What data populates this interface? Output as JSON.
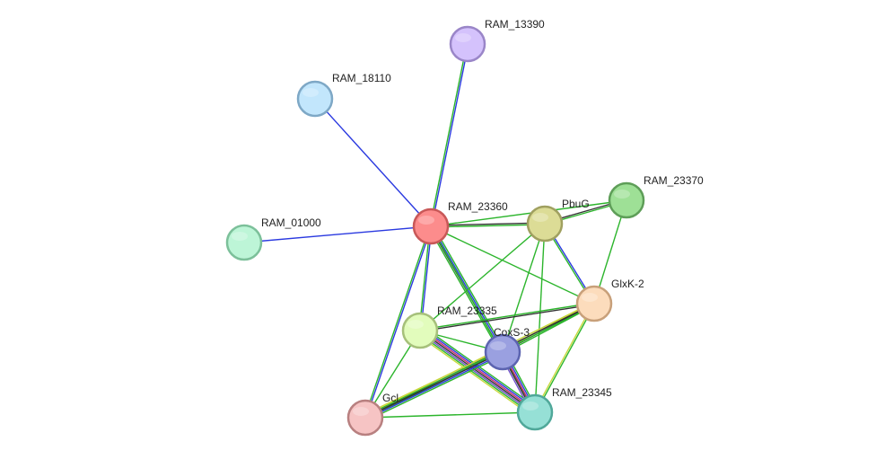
{
  "network": {
    "nodes": [
      {
        "id": "RAM_13390",
        "label": "RAM_13390",
        "fill": "#d4c2fc",
        "stroke": "#9a86c8"
      },
      {
        "id": "RAM_18110",
        "label": "RAM_18110",
        "fill": "#c2e6fc",
        "stroke": "#7ea8c6"
      },
      {
        "id": "RAM_23370",
        "label": "RAM_23370",
        "fill": "#9ee096",
        "stroke": "#5e9e58"
      },
      {
        "id": "RAM_23360",
        "label": "RAM_23360",
        "fill": "#fc8c8c",
        "stroke": "#c85858"
      },
      {
        "id": "PbuG",
        "label": "PbuG",
        "fill": "#dcdc96",
        "stroke": "#a0a060"
      },
      {
        "id": "RAM_01000",
        "label": "RAM_01000",
        "fill": "#bdf5d7",
        "stroke": "#7cc09a"
      },
      {
        "id": "GlxK-2",
        "label": "GlxK-2",
        "fill": "#fcdcbc",
        "stroke": "#c8a07a"
      },
      {
        "id": "RAM_23335",
        "label": "RAM_23335",
        "fill": "#e2fcbc",
        "stroke": "#a6c07a"
      },
      {
        "id": "CoxS-3",
        "label": "CoxS-3",
        "fill": "#9aa0e0",
        "stroke": "#5c64b0"
      },
      {
        "id": "Gcl",
        "label": "Gcl",
        "fill": "#f6c4c4",
        "stroke": "#b88080"
      },
      {
        "id": "RAM_23345",
        "label": "RAM_23345",
        "fill": "#96e0d6",
        "stroke": "#50a89a"
      }
    ],
    "edges": [
      {
        "source": "RAM_13390",
        "target": "RAM_23360",
        "colors": [
          "#2b3ae0",
          "#2cb52c"
        ]
      },
      {
        "source": "RAM_18110",
        "target": "RAM_23360",
        "colors": [
          "#2b3ae0"
        ]
      },
      {
        "source": "RAM_01000",
        "target": "RAM_23360",
        "colors": [
          "#2b3ae0"
        ]
      },
      {
        "source": "RAM_23360",
        "target": "PbuG",
        "colors": [
          "#333333",
          "#2cb52c"
        ]
      },
      {
        "source": "RAM_23360",
        "target": "RAM_23370",
        "colors": [
          "#2cb52c"
        ]
      },
      {
        "source": "RAM_23360",
        "target": "GlxK-2",
        "colors": [
          "#2cb52c"
        ]
      },
      {
        "source": "RAM_23360",
        "target": "RAM_23335",
        "colors": [
          "#2b3ae0",
          "#2cb52c"
        ]
      },
      {
        "source": "RAM_23360",
        "target": "CoxS-3",
        "colors": [
          "#2cb52c",
          "#2b3ae0",
          "#333333",
          "#2cb52c"
        ]
      },
      {
        "source": "RAM_23360",
        "target": "Gcl",
        "colors": [
          "#2b3ae0",
          "#2cb52c"
        ]
      },
      {
        "source": "RAM_23360",
        "target": "RAM_23345",
        "colors": [
          "#2cb52c"
        ]
      },
      {
        "source": "PbuG",
        "target": "RAM_23370",
        "colors": [
          "#333333",
          "#2cb52c"
        ]
      },
      {
        "source": "PbuG",
        "target": "GlxK-2",
        "colors": [
          "#2b3ae0",
          "#2cb52c"
        ]
      },
      {
        "source": "PbuG",
        "target": "RAM_23335",
        "colors": [
          "#2cb52c"
        ]
      },
      {
        "source": "PbuG",
        "target": "CoxS-3",
        "colors": [
          "#2cb52c"
        ]
      },
      {
        "source": "PbuG",
        "target": "RAM_23345",
        "colors": [
          "#2cb52c"
        ]
      },
      {
        "source": "RAM_23370",
        "target": "GlxK-2",
        "colors": [
          "#2cb52c"
        ]
      },
      {
        "source": "GlxK-2",
        "target": "RAM_23335",
        "colors": [
          "#333333",
          "#2cb52c"
        ]
      },
      {
        "source": "GlxK-2",
        "target": "CoxS-3",
        "colors": [
          "#2cb52c",
          "#333333",
          "#c8d83c"
        ]
      },
      {
        "source": "GlxK-2",
        "target": "Gcl",
        "colors": [
          "#2cb52c",
          "#333333",
          "#c8d83c"
        ]
      },
      {
        "source": "GlxK-2",
        "target": "RAM_23345",
        "colors": [
          "#2cb52c",
          "#c8d83c"
        ]
      },
      {
        "source": "RAM_23335",
        "target": "CoxS-3",
        "colors": [
          "#2cb52c"
        ]
      },
      {
        "source": "RAM_23335",
        "target": "RAM_23345",
        "colors": [
          "#2cb52c",
          "#2b3ae0",
          "#c8286e",
          "#333333",
          "#6e50c8",
          "#2cb52c",
          "#c8d83c"
        ]
      },
      {
        "source": "RAM_23335",
        "target": "Gcl",
        "colors": [
          "#2cb52c"
        ]
      },
      {
        "source": "CoxS-3",
        "target": "RAM_23345",
        "colors": [
          "#2cb52c",
          "#2b3ae0",
          "#c8286e",
          "#333333",
          "#6e50c8"
        ]
      },
      {
        "source": "CoxS-3",
        "target": "Gcl",
        "colors": [
          "#2cb52c",
          "#2b3ae0",
          "#333333",
          "#2cb52c",
          "#c8d83c"
        ]
      },
      {
        "source": "Gcl",
        "target": "RAM_23345",
        "colors": [
          "#2cb52c"
        ]
      }
    ]
  }
}
